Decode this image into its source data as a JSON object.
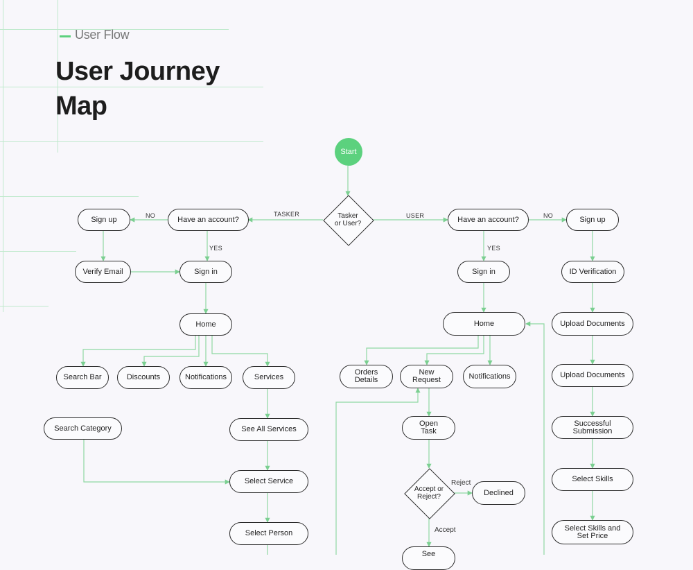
{
  "header": {
    "kicker": "User Flow",
    "title": "User Journey\nMap"
  },
  "colors": {
    "accent": "#5cd17e",
    "connector": "#8fd8a2",
    "node_border": "#2b2b2b",
    "background": "#f8f7fb"
  },
  "start_label": "Start",
  "decisions": {
    "role": "Tasker\nor User?",
    "accept": "Accept or\nReject?"
  },
  "edge_labels": {
    "tasker": "TASKER",
    "user": "USER",
    "no_left": "NO",
    "no_right": "NO",
    "yes_left": "YES",
    "yes_right": "YES",
    "reject": "Reject",
    "accept": "Accept"
  },
  "tasker_branch": {
    "have_account": "Have an account?",
    "sign_up": "Sign up",
    "verify_email": "Verify Email",
    "sign_in": "Sign in",
    "home": "Home",
    "search_bar": "Search Bar",
    "discounts": "Discounts",
    "notifications": "Notifications",
    "services": "Services",
    "search_category": "Search Category",
    "see_all_services": "See All Services",
    "select_service": "Select Service",
    "select_person": "Select Person"
  },
  "user_branch": {
    "have_account": "Have an account?",
    "sign_in": "Sign in",
    "home": "Home",
    "orders_details": "Orders\nDetails",
    "new_request": "New\nRequest",
    "notifications": "Notifications",
    "open_task": "Open\nTask",
    "declined": "Declined",
    "see": "See"
  },
  "signup_branch": {
    "sign_up": "Sign up",
    "id_verification": "ID Verification",
    "upload_documents_1": "Upload Documents",
    "upload_documents_2": "Upload Documents",
    "successful_submission": "Successful\nSubmission",
    "select_skills": "Select Skills",
    "select_skills_price": "Select Skills and\nSet Price"
  }
}
